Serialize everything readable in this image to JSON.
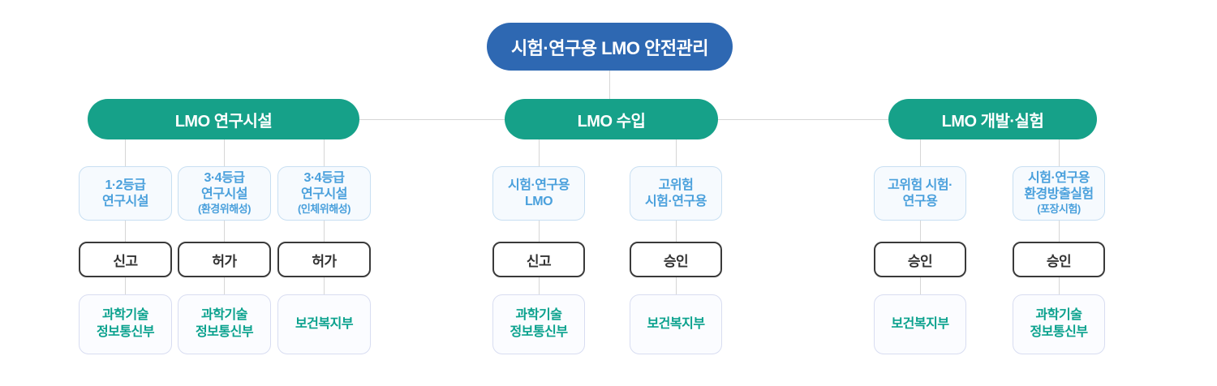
{
  "title": "시험·연구용 LMO 안전관리 diagram",
  "colors": {
    "root_pill": "#2e68b2",
    "section_pill": "#16a189",
    "category_text": "#4aa0dc",
    "category_border": "#c8dff2",
    "action_border": "#3a3a3a",
    "ministry_text": "#0aa18d",
    "connector_line": "#d6d6d6"
  },
  "root": {
    "label": "시험·연구용 LMO 안전관리"
  },
  "sections": [
    {
      "label": "LMO 연구시설",
      "columns": [
        {
          "category": "1·2등급\n연구시설",
          "note": "",
          "action": "신고",
          "ministry": "과학기술\n정보통신부"
        },
        {
          "category": "3·4등급\n연구시설",
          "note": "(환경위해성)",
          "action": "허가",
          "ministry": "과학기술\n정보통신부"
        },
        {
          "category": "3·4등급\n연구시설",
          "note": "(인체위해성)",
          "action": "허가",
          "ministry": "보건복지부"
        }
      ]
    },
    {
      "label": "LMO 수입",
      "columns": [
        {
          "category": "시험·연구용\nLMO",
          "note": "",
          "action": "신고",
          "ministry": "과학기술\n정보통신부"
        },
        {
          "category": "고위험\n시험·연구용",
          "note": "",
          "action": "승인",
          "ministry": "보건복지부"
        }
      ]
    },
    {
      "label": "LMO 개발·실험",
      "columns": [
        {
          "category": "고위험 시험·\n연구용",
          "note": "",
          "action": "승인",
          "ministry": "보건복지부"
        },
        {
          "category": "시험·연구용\n환경방출실험",
          "note": "(포장시험)",
          "action": "승인",
          "ministry": "과학기술\n정보통신부"
        }
      ]
    }
  ]
}
